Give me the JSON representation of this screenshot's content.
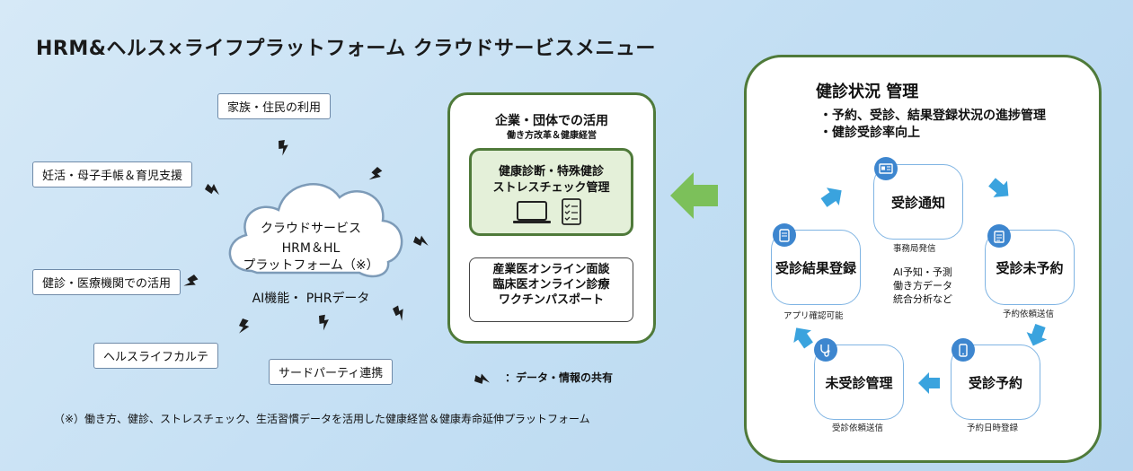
{
  "title": "HRM&ヘルス×ライフプラットフォーム  クラウドサービスメニュー",
  "left": {
    "tags": {
      "family": "家族・住民の利用",
      "pregnancy": "妊活・母子手帳＆育児支援",
      "medical": "健診・医療機関での活用",
      "karte": "ヘルスライフカルテ",
      "third_party": "サードパーティ連携"
    },
    "cloud": {
      "line1": "クラウドサービス",
      "line2": "HRM＆HL",
      "line3": "プラットフォーム（※）",
      "ai": "AI機能・ PHRデータ"
    },
    "legend_text": "：データ・情報の共有",
    "footnote": "（※）働き方、健診、ストレスチェック、生活習慣データを活用した健康経営＆健康寿命延伸プラットフォーム"
  },
  "middle": {
    "title": "企業・団体での活用",
    "subtitle": "働き方改革＆健康経営",
    "green_line1": "健康診断・特殊健診",
    "green_line2": "ストレスチェック管理",
    "gray_line1": "産業医オンライン面談",
    "gray_line2": "臨床医オンライン診療",
    "gray_line3": "ワクチンパスポート"
  },
  "right": {
    "title": "健診状況 管理",
    "bullet1": "・予約、受診、結果登録状況の進捗管理",
    "bullet2": "・健診受診率向上",
    "center_line1": "AI予知・予測",
    "center_line2": "働き方データ",
    "center_line3": "統合分析など",
    "nodes": {
      "notice": {
        "label": "受診通知",
        "sub": "事務局発信"
      },
      "unreserved": {
        "label": "受診未予約",
        "sub": "予約依頼送信"
      },
      "reserve": {
        "label": "受診予約",
        "sub": "予約日時登録"
      },
      "unexamined": {
        "label": "未受診管理",
        "sub": "受診依頼送信"
      },
      "result": {
        "label": "受診結果登録",
        "sub": "アプリ確認可能"
      }
    }
  },
  "colors": {
    "background": "#c2def3",
    "green_border": "#4f7a3a",
    "green_fill": "#e4f0d9",
    "arrow_green": "#7cc05a",
    "node_border": "#7fb4e3",
    "badge_blue": "#3d86cf",
    "cycle_arrow": "#3aa3de"
  }
}
